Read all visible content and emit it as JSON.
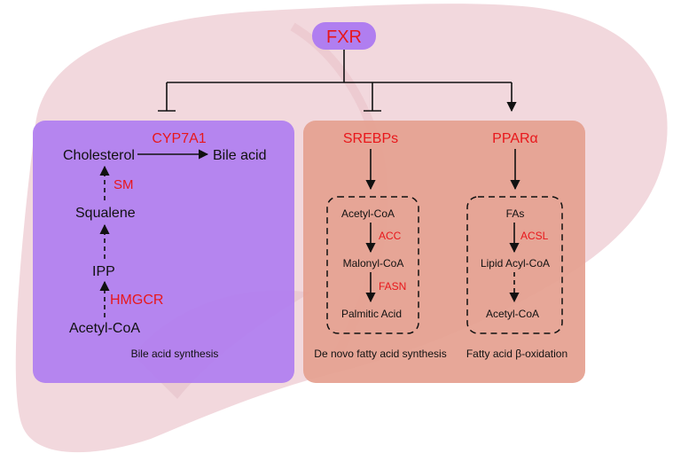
{
  "root": {
    "label": "FXR"
  },
  "bile_panel": {
    "enzyme_top": "CYP7A1",
    "cholesterol": "Cholesterol",
    "bile_acid": "Bile acid",
    "sm": "SM",
    "squalene": "Squalene",
    "ipp": "IPP",
    "hmgcr": "HMGCR",
    "acetyl_coa": "Acetyl-CoA",
    "caption": "Bile acid synthesis"
  },
  "lipid_panel": {
    "srebps": "SREBPs",
    "ppara": "PPARα",
    "denovo": {
      "acetyl_coa": "Acetyl-CoA",
      "acc": "ACC",
      "malonyl_coa": "Malonyl-CoA",
      "fasn": "FASN",
      "palmitic_acid": "Palmitic Acid",
      "caption": "De novo fatty acid synthesis"
    },
    "oxidation": {
      "fas": "FAs",
      "acsl": "ACSL",
      "lipid_acyl_coa": "Lipid Acyl-CoA",
      "acetyl_coa": "Acetyl-CoA",
      "caption": "Fatty acid β-oxidation"
    }
  },
  "colors": {
    "liver": "#f1d6db",
    "bile_panel": "#b07ef0",
    "lipid_panel": "#e5a090",
    "fxr_pill": "#b07ef0",
    "label_red": "#e8171b"
  }
}
